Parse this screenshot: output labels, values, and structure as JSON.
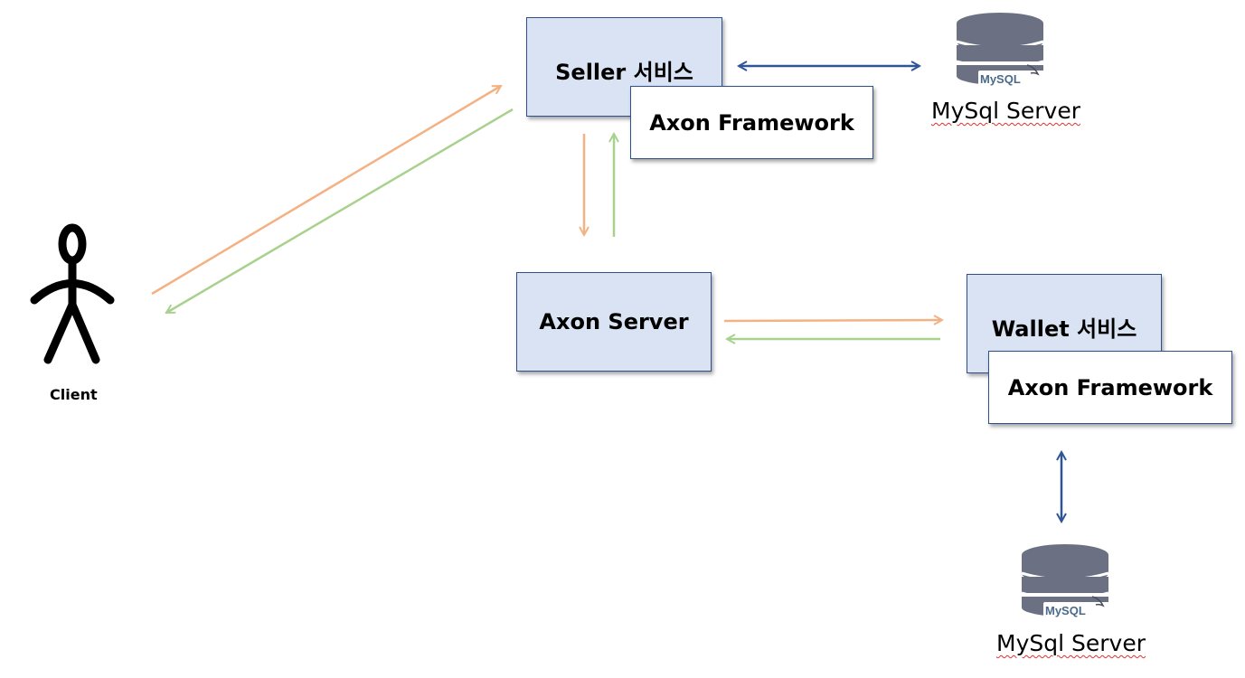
{
  "client": {
    "label": "Client",
    "icon": "person-icon"
  },
  "seller": {
    "service_label": "Seller 서비스",
    "framework_label": "Axon Framework"
  },
  "axon_server": {
    "label": "Axon Server"
  },
  "wallet": {
    "service_label": "Wallet 서비스",
    "framework_label": "Axon Framework"
  },
  "databases": [
    {
      "name": "MySql Server",
      "logo_text": "MySQL",
      "icon": "database-icon"
    },
    {
      "name": "MySql Server",
      "logo_text": "MySQL",
      "icon": "database-icon"
    }
  ],
  "colors": {
    "request_arrow": "#f4b183",
    "response_arrow": "#a9d18e",
    "db_arrow": "#2f5597",
    "box_fill": "#dae3f3",
    "box_border": "#2f4f8a",
    "db_body": "#6b7182",
    "mysql_green": "#7fb800"
  }
}
